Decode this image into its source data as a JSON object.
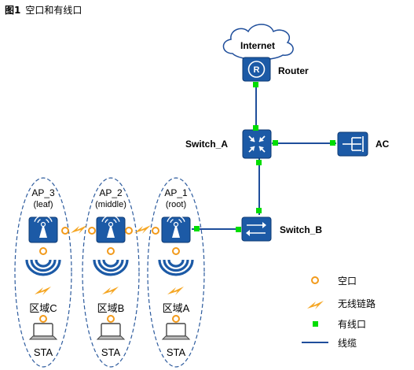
{
  "figure": {
    "number": "图1",
    "caption": "空口和有线口"
  },
  "devices": {
    "internet": "Internet",
    "router": "Router",
    "switch_a": "Switch_A",
    "ac": "AC",
    "switch_b": "Switch_B"
  },
  "aps": [
    {
      "name": "AP_3",
      "role": "(leaf)",
      "zone": "区域C",
      "sta": "STA"
    },
    {
      "name": "AP_2",
      "role": "(middle)",
      "zone": "区域B",
      "sta": "STA"
    },
    {
      "name": "AP_1",
      "role": "(root)",
      "zone": "区域A",
      "sta": "STA"
    }
  ],
  "legend": [
    {
      "symbol": "air-port",
      "label": "空口"
    },
    {
      "symbol": "wireless-link",
      "label": "无线链路"
    },
    {
      "symbol": "wired-port",
      "label": "有线口"
    },
    {
      "symbol": "cable",
      "label": "线缆"
    }
  ],
  "colors": {
    "device_blue": "#1c5aa6",
    "device_light": "#3d7fd0",
    "port_green": "#00dd00",
    "air_port_orange": "#f29a1b",
    "lightning": "#f5a623",
    "cable": "#1f4e9b",
    "zone_border": "#2e5c9e"
  }
}
